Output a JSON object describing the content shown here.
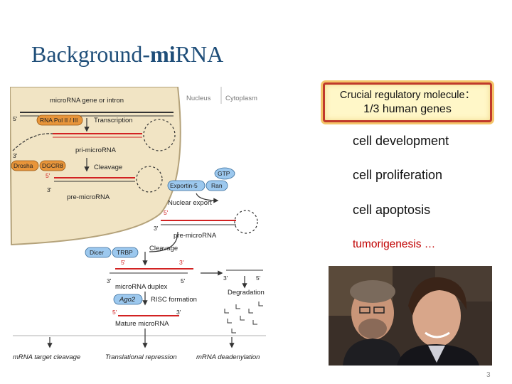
{
  "slide": {
    "title_prefix": "Background-",
    "title_mirna": "mi",
    "title_rna": "RNA",
    "page_number": "3"
  },
  "callout": {
    "line1": "Crucial regulatory molecule：",
    "line2": "1/3 human genes"
  },
  "roles": [
    "cell development",
    "cell proliferation",
    "cell apoptosis",
    "tumorigenesis …"
  ],
  "diagram": {
    "nucleus_label": "Nucleus",
    "cytoplasm_label": "Cytoplasm",
    "gene_label": "microRNA gene or intron",
    "polymerase": "RNA Pol II / III",
    "transcription": "Transcription",
    "pri_mirna": "pri-microRNA",
    "drosha": "Drosha",
    "dgcr8": "DGCR8",
    "cleavage1": "Cleavage",
    "pre_mirna1": "pre-microRNA",
    "gtp": "GTP",
    "exportin": "Exportin-5",
    "ran": "Ran",
    "nuclear_export": "Nuclear export",
    "pre_mirna2": "pre-microRNA",
    "dicer": "Dicer",
    "trbp": "TRBP",
    "cleavage2": "Cleavage",
    "duplex": "microRNA duplex",
    "degradation": "Degradation",
    "risc": "RISC formation",
    "ago": "Ago2",
    "mature": "Mature microRNA",
    "out1": "mRNA target cleavage",
    "out2": "Translational repression",
    "out3": "mRNA deadenylation",
    "prime5": "5'",
    "prime3": "3'"
  },
  "colors": {
    "title": "#1f4e79",
    "nucleus_fill": "#f1e4c4",
    "callout_border": "#c0392b",
    "callout_fill": "#fff7c8",
    "highlight_text": "#c00000",
    "strand_red": "#d22222",
    "protein_blue": "#9cc8ee",
    "protein_orange": "#e8953a"
  }
}
